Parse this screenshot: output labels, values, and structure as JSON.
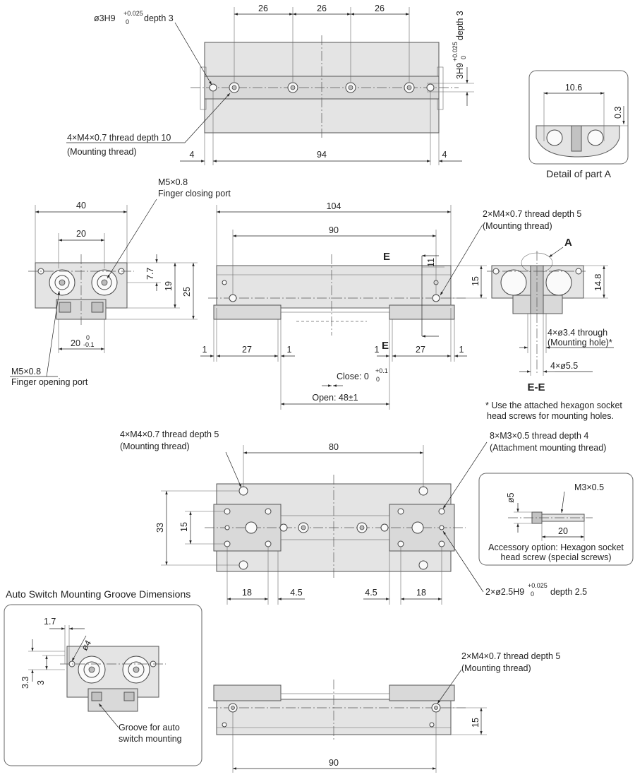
{
  "top_view": {
    "pin_hole_top": "ø3H9",
    "pin_tol_top": "+0.025",
    "pin_tol_bot": "0",
    "pin_depth": "depth 3",
    "pin_side_a": "3H9",
    "pin_side_tol": "+0.025",
    "pin_side_zero": "0",
    "pin_side_depth": "depth 3",
    "pitch_1": "26",
    "pitch_2": "26",
    "pitch_3": "26",
    "thread_label": "4×M4×0.7 thread depth 10",
    "thread_note": "(Mounting thread)",
    "left_margin": "4",
    "length": "94",
    "right_margin": "4"
  },
  "detail_a": {
    "width": "10.6",
    "offset": "0.3",
    "caption": "Detail of part A"
  },
  "side_view": {
    "closing_port": "M5×0.8",
    "closing_port_note": "Finger closing port",
    "width": "40",
    "inner_width": "20",
    "dim_7_7": "7.7",
    "dim_19": "19",
    "dim_25": "25",
    "bottom_width": "20",
    "bottom_tol_top": "0",
    "bottom_tol_bot": "-0.1",
    "opening_port": "M5×0.8",
    "opening_port_note": "Finger opening port"
  },
  "front_view": {
    "overall": "104",
    "pitch": "90",
    "section_e": "E",
    "dim_11": "11",
    "dim_15": "15",
    "thread_label": "2×M4×0.7 thread depth 5",
    "thread_note": "(Mounting thread)",
    "gap_l": "1",
    "finger_l": "27",
    "gap_lm": "1",
    "gap_rm": "1",
    "finger_r": "27",
    "gap_r": "1",
    "close": "Close: 0",
    "close_tol_top": "+0.1",
    "close_tol_bot": "0",
    "open": "Open: 48±1"
  },
  "section_ee": {
    "mark_a": "A",
    "dim_14_8": "14.8",
    "hole_label": "4×ø3.4 through",
    "hole_note": "(Mounting hole)*",
    "cbore": "4×ø5.5",
    "caption": "E-E",
    "footnote_1": "* Use the attached hexagon socket",
    "footnote_2": "head screws for mounting holes."
  },
  "bottom_view": {
    "thread_label": "4×M4×0.7 thread depth 5",
    "thread_note": "(Mounting thread)",
    "attach_label": "8×M3×0.5 thread depth 4",
    "attach_note": "(Attachment mounting thread)",
    "pitch": "80",
    "height": "33",
    "inner": "15",
    "d18_l": "18",
    "d45_l": "4.5",
    "d45_r": "4.5",
    "d18_r": "18",
    "pin_label": "2×ø2.5H9",
    "pin_tol_top": "+0.025",
    "pin_tol_bot": "0",
    "pin_depth": "depth 2.5"
  },
  "accessory": {
    "thread": "M3×0.5",
    "dia": "ø5",
    "length": "20",
    "caption_1": "Accessory option: Hexagon socket",
    "caption_2": "head screw (special screws)"
  },
  "groove": {
    "title": "Auto Switch Mounting Groove Dimensions",
    "dim_1_7": "1.7",
    "dim_o4": "ø4",
    "dim_3_3": "3.3",
    "dim_3": "3",
    "label_1": "Groove for auto",
    "label_2": "switch mounting"
  },
  "lower_view": {
    "thread_label": "2×M4×0.7 thread depth 5",
    "thread_note": "(Mounting thread)",
    "height": "15",
    "pitch": "90"
  }
}
